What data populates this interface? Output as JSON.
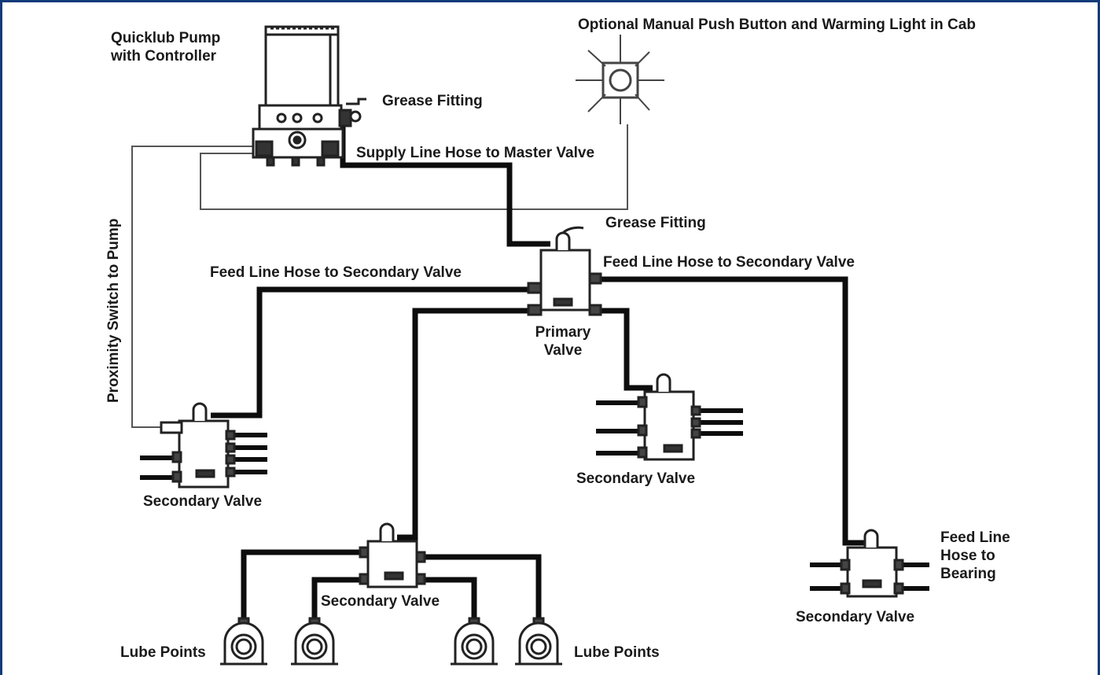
{
  "diagram": {
    "colors": {
      "border": "#123a7a",
      "hose": "#0d0d0d",
      "wire": "#555555",
      "component": "#222222"
    },
    "labels": {
      "pump": [
        "Quicklub Pump",
        "with Controller"
      ],
      "grease_fitting_pump": "Grease Fitting",
      "cab_light": "Optional Manual Push Button and Warming Light in Cab",
      "supply_line": "Supply Line Hose to Master Valve",
      "grease_fitting_primary": "Grease Fitting",
      "feed_left": "Feed Line Hose to Secondary Valve",
      "feed_right": "Feed Line Hose to Secondary Valve",
      "proximity": "Proximity Switch to Pump",
      "primary_valve": [
        "Primary",
        "Valve"
      ],
      "secondary_left": "Secondary Valve",
      "secondary_center": "Secondary Valve",
      "secondary_bottom": "Secondary Valve",
      "secondary_right": "Secondary Valve",
      "feed_bearing": [
        "Feed Line",
        "Hose to",
        "Bearing"
      ],
      "lube_left": "Lube Points",
      "lube_right": "Lube Points"
    },
    "icons": [
      "pump-icon",
      "warning-light-icon",
      "valve-icon",
      "bearing-icon",
      "grease-fitting-icon"
    ]
  }
}
